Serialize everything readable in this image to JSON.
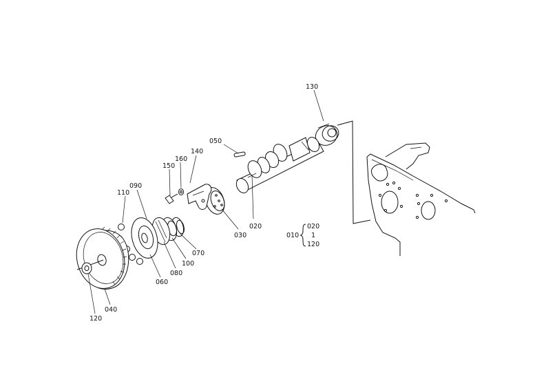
{
  "part_labels": {
    "p130": "130",
    "p050": "050",
    "p140": "140",
    "p160": "160",
    "p150": "150",
    "p110": "110",
    "p090": "090",
    "p020": "020",
    "p030": "030",
    "p070": "070",
    "p100": "100",
    "p080": "080",
    "p060": "060",
    "p040": "040",
    "p120": "120"
  },
  "assembly_group": {
    "parent": "010",
    "range_start": "020",
    "range_sep": "1",
    "range_end": "120"
  }
}
